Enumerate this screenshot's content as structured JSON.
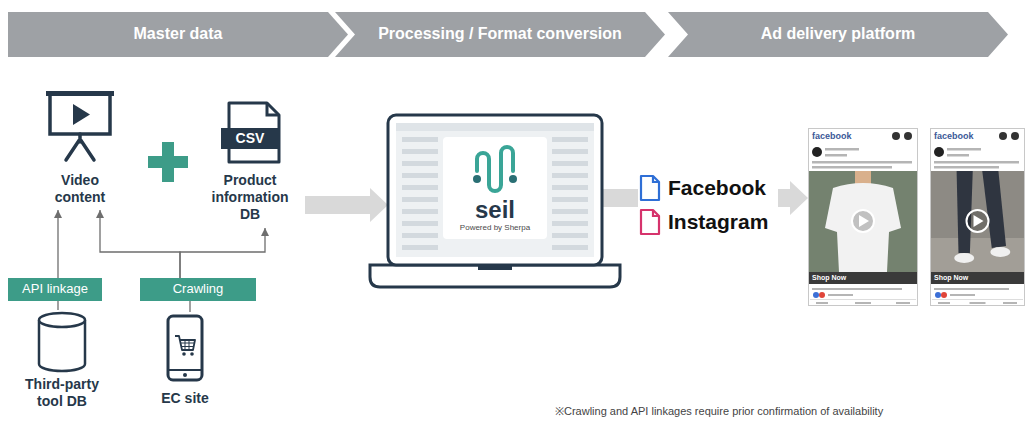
{
  "diagram": {
    "nodes": [
      {
        "text": [
          "Master data"
        ]
      },
      {
        "text": [
          "Processing / Format conversion"
        ]
      },
      {
        "text": [
          "Ad delivery platform"
        ]
      },
      {
        "text": [
          "Video content"
        ]
      },
      {
        "text": [
          "CSV",
          "Product information DB"
        ]
      },
      {
        "text": [
          "API linkage"
        ]
      },
      {
        "text": [
          "Crawling"
        ]
      },
      {
        "text": [
          "Third-party tool DB"
        ]
      },
      {
        "text": [
          "EC site"
        ]
      },
      {
        "text": [
          "seil",
          "Powered by Sherpa"
        ]
      },
      {
        "text": [
          "Facebook"
        ]
      },
      {
        "text": [
          "Instagram"
        ]
      },
      {
        "text": [
          "facebook",
          "Shop Now"
        ]
      },
      {
        "text": [
          "facebook",
          "Shop Now"
        ]
      }
    ],
    "edges": [
      {
        "from": 7,
        "to": 5,
        "arrow": "none"
      },
      {
        "from": 5,
        "to": 3,
        "arrow": "to"
      },
      {
        "from": 8,
        "to": 6,
        "arrow": "none"
      },
      {
        "from": 6,
        "to": 3,
        "arrow": "to"
      },
      {
        "from": 6,
        "to": 4,
        "arrow": "to"
      },
      {
        "from": 4,
        "to": 9,
        "arrow": "to"
      },
      {
        "from": 9,
        "to": 10,
        "arrow": "none"
      },
      {
        "from": 10,
        "to": 12,
        "arrow": "to"
      }
    ],
    "labels": [
      "※Crawling and API linkages require prior confirmation of availability"
    ]
  }
}
